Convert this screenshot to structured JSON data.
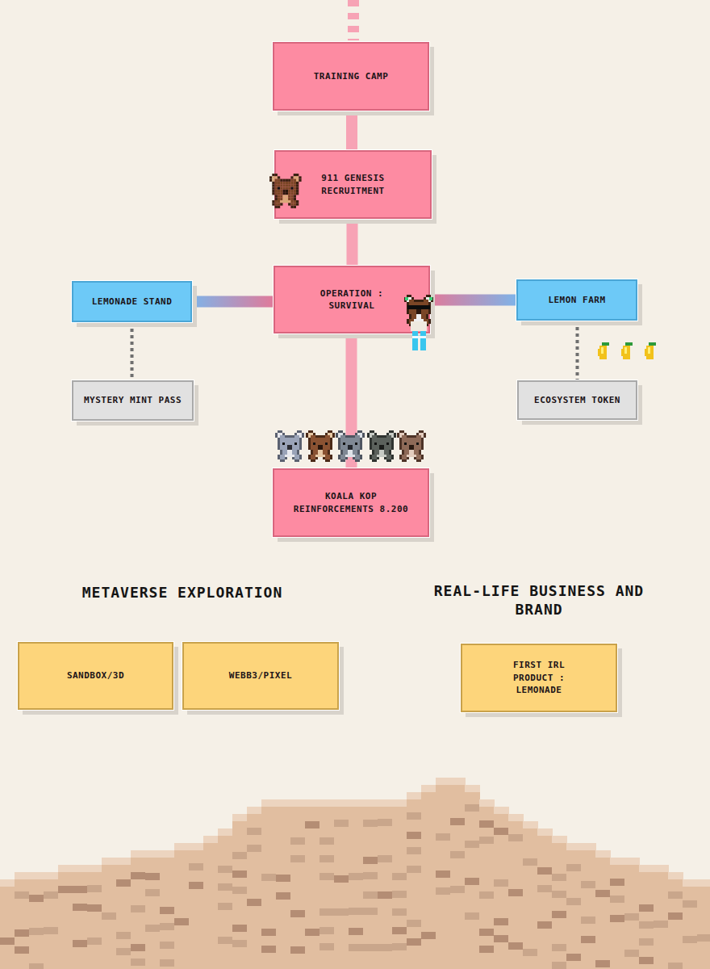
{
  "diagram": {
    "nodes": [
      {
        "text": [
          "TRAINING CAMP"
        ]
      },
      {
        "text": [
          "911 GENESIS RECRUITMENT"
        ]
      },
      {
        "text": [
          "LEMONADE STAND"
        ]
      },
      {
        "text": [
          "OPERATION : SURVIVAL"
        ]
      },
      {
        "text": [
          "LEMON FARM"
        ]
      },
      {
        "text": [
          "MYSTERY MINT PASS"
        ]
      },
      {
        "text": [
          "ECOSYSTEM TOKEN"
        ]
      },
      {
        "text": [
          "KOALA KOP REINFORCEMENTS 8.200"
        ]
      },
      {
        "text": [
          "SANDBOX/3D"
        ]
      },
      {
        "text": [
          "WEBB3/PIXEL"
        ]
      },
      {
        "text": [
          "FIRST IRL PRODUCT : LEMONADE"
        ]
      }
    ],
    "edges": [
      {
        "from": 0,
        "to": 1,
        "arrow": "none"
      },
      {
        "from": 1,
        "to": 3,
        "arrow": "none"
      },
      {
        "from": 3,
        "to": 2,
        "arrow": "none"
      },
      {
        "from": 3,
        "to": 4,
        "arrow": "none"
      },
      {
        "from": 3,
        "to": 7,
        "arrow": "none"
      },
      {
        "from": 2,
        "to": 5,
        "arrow": "none"
      },
      {
        "from": 4,
        "to": 6,
        "arrow": "none"
      }
    ],
    "labels": [
      "METAVERSE EXPLORATION",
      "REAL-LIFE BUSINESS AND BRAND"
    ]
  }
}
